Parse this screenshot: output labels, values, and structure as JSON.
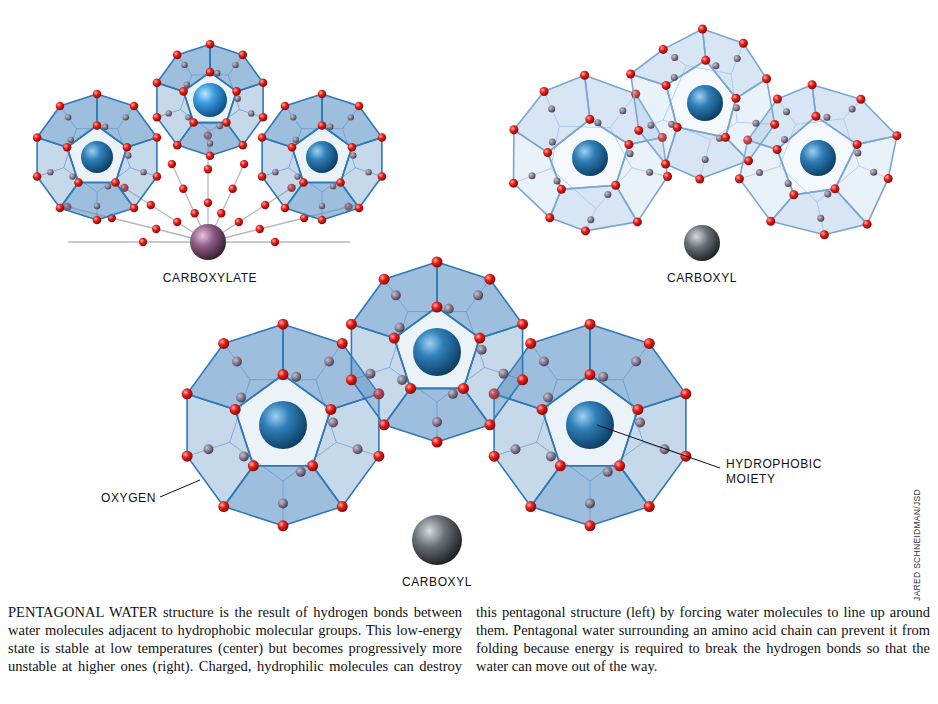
{
  "diagram": {
    "caption": "PENTAGONAL WATER structure is the result of hydrogen bonds between water molecules adjacent to hydrophobic molecular groups. This low-energy state is stable at low temperatures (center) but becomes progressively more unstable at higher ones (right). Charged, hydrophilic molecules can destroy this pentagonal structure (left) by forcing water molecules to line up around them. Pentagonal water surrounding an amino acid chain can prevent it from folding because energy is required to break the hydrogen bonds so that the water can move out of the way.",
    "labels": [
      "CARBOXYLATE",
      "CARBOXYL",
      "HYDROPHOBIC MOIETY",
      "OXYGEN",
      "CARBOXYL",
      "JARED SCHNEIDMAN/JSD"
    ]
  }
}
